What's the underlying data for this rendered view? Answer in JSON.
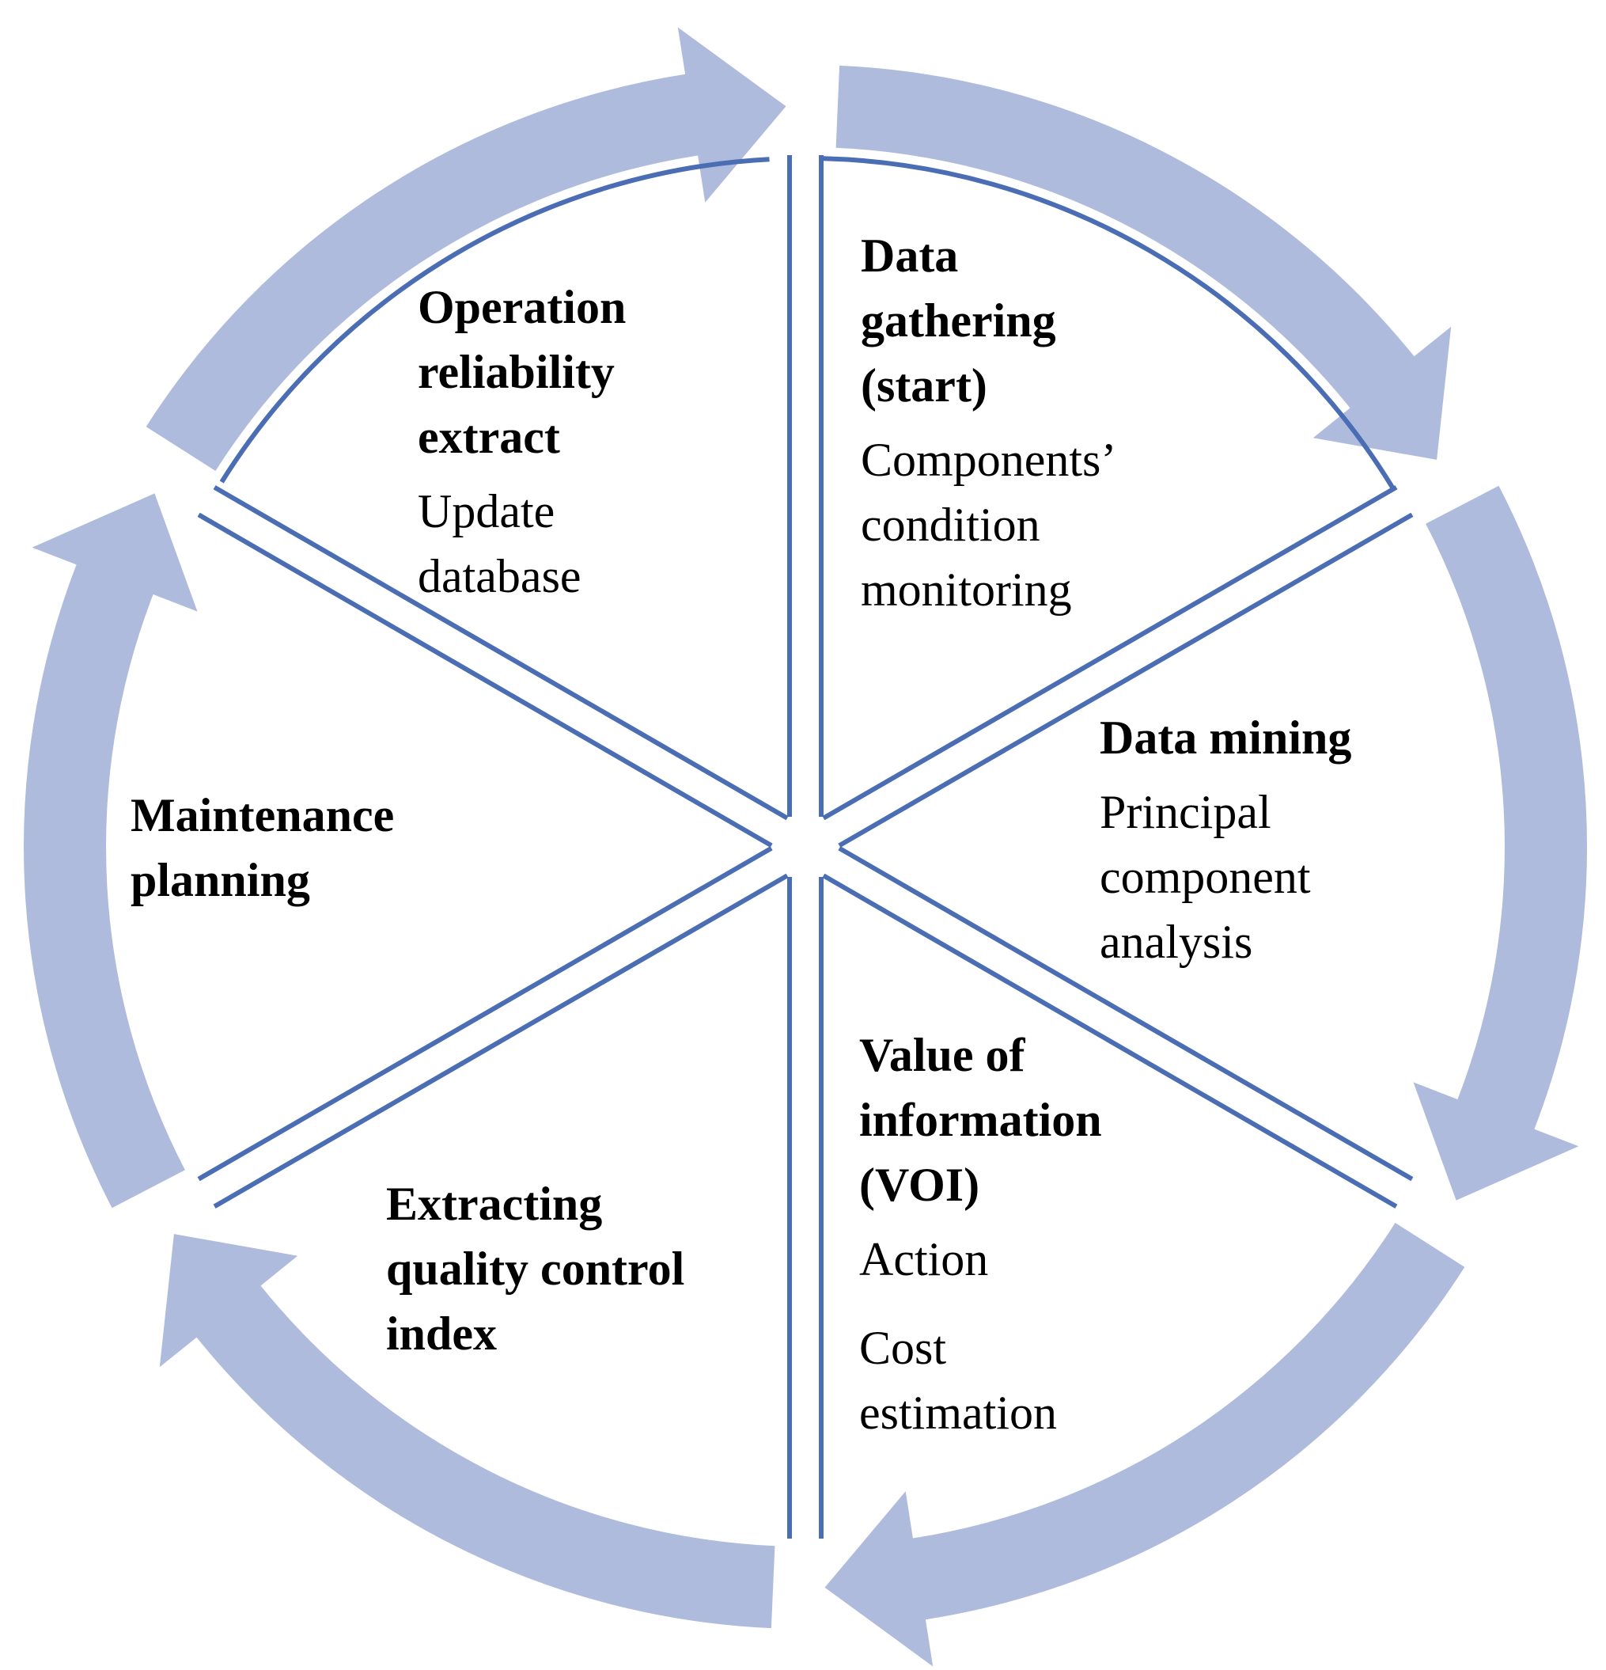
{
  "colors": {
    "arrow": "#aebbdd",
    "line": "#4a6db4",
    "background": "#ffffff"
  },
  "stages": [
    {
      "title_lines": [
        "Data",
        "gathering",
        "(start)"
      ],
      "sub_groups": [
        [
          "Components’",
          "condition",
          "monitoring"
        ]
      ]
    },
    {
      "title_lines": [
        "Data mining"
      ],
      "sub_groups": [
        [
          "Principal",
          "component",
          "analysis"
        ]
      ]
    },
    {
      "title_lines": [
        "Value of",
        "information",
        "(VOI)"
      ],
      "sub_groups": [
        [
          "Action"
        ],
        [
          "Cost",
          "estimation"
        ]
      ]
    },
    {
      "title_lines": [
        "Extracting",
        "quality control",
        "index"
      ],
      "sub_groups": []
    },
    {
      "title_lines": [
        "Maintenance",
        "planning"
      ],
      "sub_groups": []
    },
    {
      "title_lines": [
        "Operation",
        "reliability",
        "extract"
      ],
      "sub_groups": [
        [
          "Update",
          "database"
        ]
      ]
    }
  ]
}
